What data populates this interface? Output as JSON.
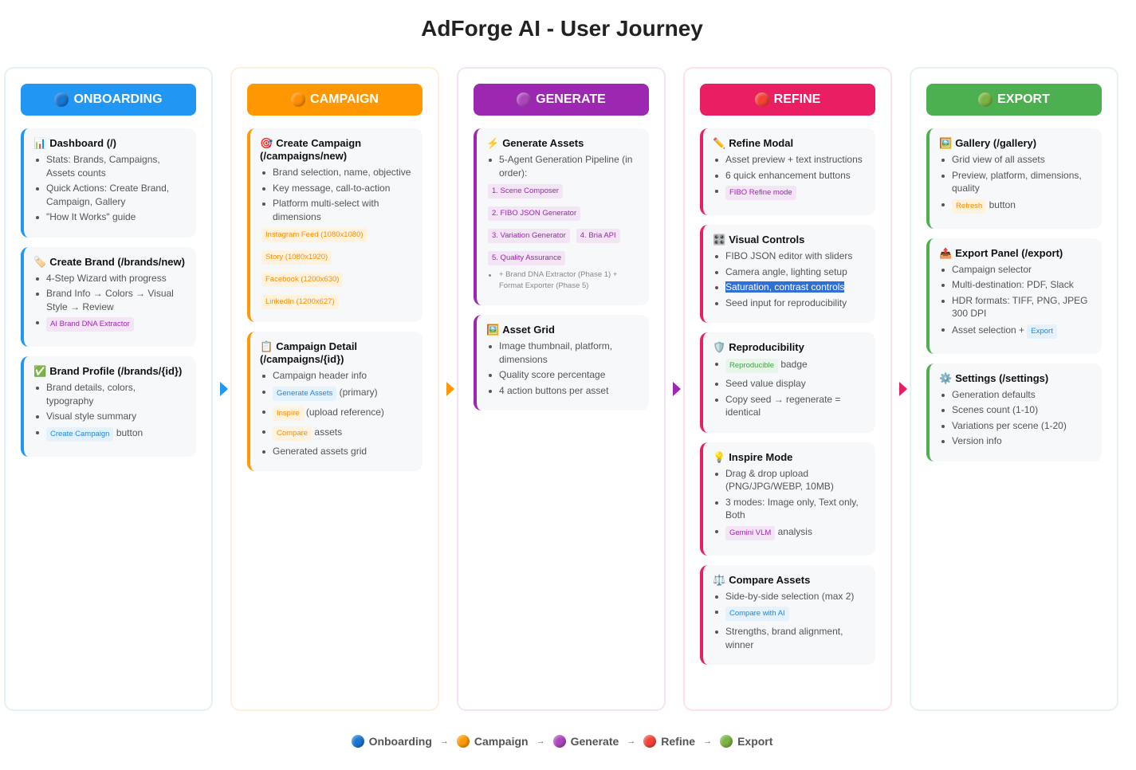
{
  "title": "AdForge AI - User Journey",
  "phases": [
    {
      "label": "ONBOARDING",
      "color": "#2196f3",
      "border": "#e3f0fb",
      "dot": "#1976d2",
      "cards": [
        {
          "icon": "📊",
          "icon_name": "bar-chart-icon",
          "title": "Dashboard (/)",
          "items": [
            {
              "text": "Stats: Brands, Campaigns, Assets counts"
            },
            {
              "text": "Quick Actions: Create Brand, Campaign, Gallery"
            },
            {
              "text": "\"How It Works\" guide"
            }
          ]
        },
        {
          "icon": "🏷️",
          "icon_name": "label-icon",
          "title": "Create Brand (/brands/new)",
          "items": [
            {
              "text": "4-Step Wizard with progress"
            },
            {
              "text": "Brand Info → Colors → Visual Style → Review"
            },
            {
              "tag": "AI Brand DNA Extractor",
              "tone": "purple"
            }
          ]
        },
        {
          "icon": "✅",
          "icon_name": "check-icon",
          "title": "Brand Profile (/brands/{id})",
          "items": [
            {
              "text": "Brand details, colors, typography"
            },
            {
              "text": "Visual style summary"
            },
            {
              "tag": "Create Campaign",
              "tone": "blue",
              "after": "button"
            }
          ]
        }
      ]
    },
    {
      "label": "CAMPAIGN",
      "color": "#ff9800",
      "border": "#fff0dd",
      "dot": "#ff8f00",
      "cards": [
        {
          "icon": "🎯",
          "icon_name": "target-icon",
          "title": "Create Campaign (/campaigns/new)",
          "items": [
            {
              "text": "Brand selection, name, objective"
            },
            {
              "text": "Key message, call-to-action"
            },
            {
              "text": "Platform multi-select with dimensions"
            },
            {
              "group": [
                "Instagram Feed (1080x1080)",
                "Story (1080x1920)",
                "Facebook (1200x630)",
                "LinkedIn (1200x627)"
              ],
              "tone": "orange",
              "stack": true
            }
          ]
        },
        {
          "icon": "📋",
          "icon_name": "clipboard-icon",
          "title": "Campaign Detail (/campaigns/{id})",
          "items": [
            {
              "text": "Campaign header info"
            },
            {
              "tag": "Generate Assets",
              "tone": "blue",
              "after": "(primary)"
            },
            {
              "tag": "Inspire",
              "tone": "orange",
              "after": "(upload reference)"
            },
            {
              "tag": "Compare",
              "tone": "orange",
              "after": "assets"
            },
            {
              "text": "Generated assets grid"
            }
          ]
        }
      ]
    },
    {
      "label": "GENERATE",
      "color": "#9c27b0",
      "border": "#f5e3f7",
      "dot": "#ab47bc",
      "cards": [
        {
          "icon": "⚡",
          "icon_name": "lightning-icon",
          "title": "Generate Assets",
          "items": [
            {
              "text": "5-Agent Generation Pipeline (in order):"
            },
            {
              "group": [
                "1. Scene Composer",
                "2. FIBO JSON Generator",
                "3. Variation Generator",
                "4. Bria API",
                "5. Quality Assurance"
              ],
              "tone": "purple",
              "rows": [
                [
                  0
                ],
                [
                  1
                ],
                [
                  2,
                  3
                ],
                [
                  4
                ]
              ]
            },
            {
              "small": "+ Brand DNA Extractor (Phase 1) + Format Exporter (Phase 5)"
            }
          ]
        },
        {
          "icon": "🖼️",
          "icon_name": "picture-icon",
          "title": "Asset Grid",
          "items": [
            {
              "text": "Image thumbnail, platform, dimensions"
            },
            {
              "text": "Quality score percentage"
            },
            {
              "text": "4 action buttons per asset"
            }
          ]
        }
      ]
    },
    {
      "label": "REFINE",
      "color": "#e91e63",
      "border": "#fde2ea",
      "dot": "#f44336",
      "cards": [
        {
          "icon": "✏️",
          "icon_name": "pencil-icon",
          "title": "Refine Modal",
          "items": [
            {
              "text": "Asset preview + text instructions"
            },
            {
              "text": "6 quick enhancement buttons"
            },
            {
              "tag": "FIBO Refine mode",
              "tone": "purple"
            }
          ]
        },
        {
          "icon": "🎛️",
          "icon_name": "control-knobs-icon",
          "title": "Visual Controls",
          "items": [
            {
              "text": "FIBO JSON editor with sliders"
            },
            {
              "text": "Camera angle, lighting setup"
            },
            {
              "text": "Saturation, contrast controls",
              "selected": true
            },
            {
              "text": "Seed input for reproducibility"
            }
          ]
        },
        {
          "icon": "🛡️",
          "icon_name": "shield-icon",
          "title": "Reproducibility",
          "items": [
            {
              "tag": "Reproducible",
              "tone": "green",
              "after": "badge"
            },
            {
              "text": "Seed value display"
            },
            {
              "text": "Copy seed → regenerate = identical"
            }
          ]
        },
        {
          "icon": "💡",
          "icon_name": "lightbulb-icon",
          "title": "Inspire Mode",
          "items": [
            {
              "text": "Drag & drop upload (PNG/JPG/WEBP, 10MB)"
            },
            {
              "text": "3 modes: Image only, Text only, Both"
            },
            {
              "tag": "Gemini VLM",
              "tone": "purple",
              "after": "analysis"
            }
          ]
        },
        {
          "icon": "⚖️",
          "icon_name": "scales-icon",
          "title": "Compare Assets",
          "items": [
            {
              "text": "Side-by-side selection (max 2)"
            },
            {
              "tag": "Compare with AI",
              "tone": "blue"
            },
            {
              "text": "Strengths, brand alignment, winner"
            }
          ]
        }
      ]
    },
    {
      "label": "EXPORT",
      "color": "#4caf50",
      "border": "#e5f4e6",
      "dot": "#7cb342",
      "cards": [
        {
          "icon": "🖼️",
          "icon_name": "picture-icon",
          "title": "Gallery (/gallery)",
          "items": [
            {
              "text": "Grid view of all assets"
            },
            {
              "text": "Preview, platform, dimensions, quality"
            },
            {
              "tag": "Refresh",
              "tone": "orange",
              "after": "button"
            }
          ]
        },
        {
          "icon": "📤",
          "icon_name": "outbox-icon",
          "title": "Export Panel (/export)",
          "items": [
            {
              "text": "Campaign selector"
            },
            {
              "text": "Multi-destination: PDF, Slack"
            },
            {
              "text": "HDR formats: TIFF, PNG, JPEG 300 DPI"
            },
            {
              "before": "Asset selection +",
              "tag": "Export",
              "tone": "blue"
            }
          ]
        },
        {
          "icon": "⚙️",
          "icon_name": "gear-icon",
          "title": "Settings (/settings)",
          "items": [
            {
              "text": "Generation defaults"
            },
            {
              "text": "Scenes count (1-10)"
            },
            {
              "text": "Variations per scene (1-20)"
            },
            {
              "text": "Version info"
            }
          ]
        }
      ]
    }
  ],
  "legend": [
    {
      "label": "Onboarding",
      "dot": "#1976d2"
    },
    {
      "label": "Campaign",
      "dot": "#ff9800"
    },
    {
      "label": "Generate",
      "dot": "#ab47bc"
    },
    {
      "label": "Refine",
      "dot": "#f44336"
    },
    {
      "label": "Export",
      "dot": "#7cb342"
    }
  ],
  "legend_separator": "→"
}
